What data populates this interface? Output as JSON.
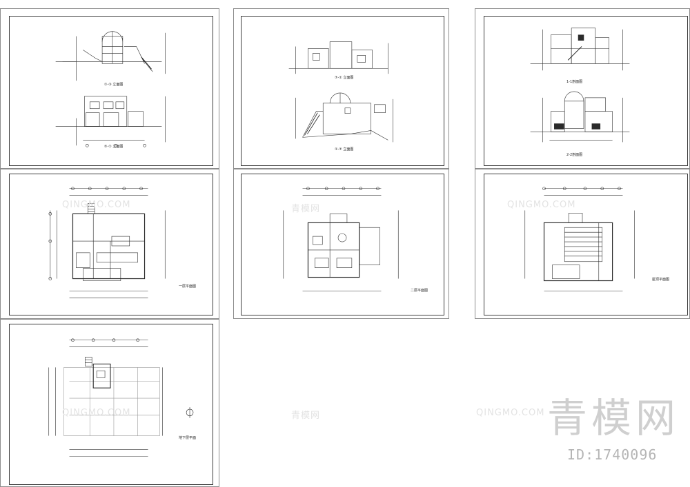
{
  "sheets": [
    {
      "id": "s1",
      "caption_a": "①-③ 立面图",
      "caption_b": "⑤-① 立面图"
    },
    {
      "id": "s2",
      "caption_a": "⑦-① 立面图",
      "caption_b": "①-⑦ 立面图"
    },
    {
      "id": "s3",
      "caption_a": "1-1剖面图",
      "caption_b": "2-2剖面图"
    },
    {
      "id": "s4",
      "caption_a": "一层平面图"
    },
    {
      "id": "s5",
      "caption_a": "二层平面图"
    },
    {
      "id": "s6",
      "caption_a": "屋顶平面图"
    },
    {
      "id": "s7",
      "caption_a": "地下层平面"
    }
  ],
  "watermark": {
    "text": "QINGMO.COM",
    "text_cn": "青模网"
  },
  "brand": {
    "text": "青模网"
  },
  "id_tag": {
    "text": "ID:1740096"
  },
  "colors": {
    "line": "#2b2b2b",
    "frame": "#8c8c8c",
    "watermark": "#e3e3e3",
    "brand": "#cfcfcf"
  }
}
